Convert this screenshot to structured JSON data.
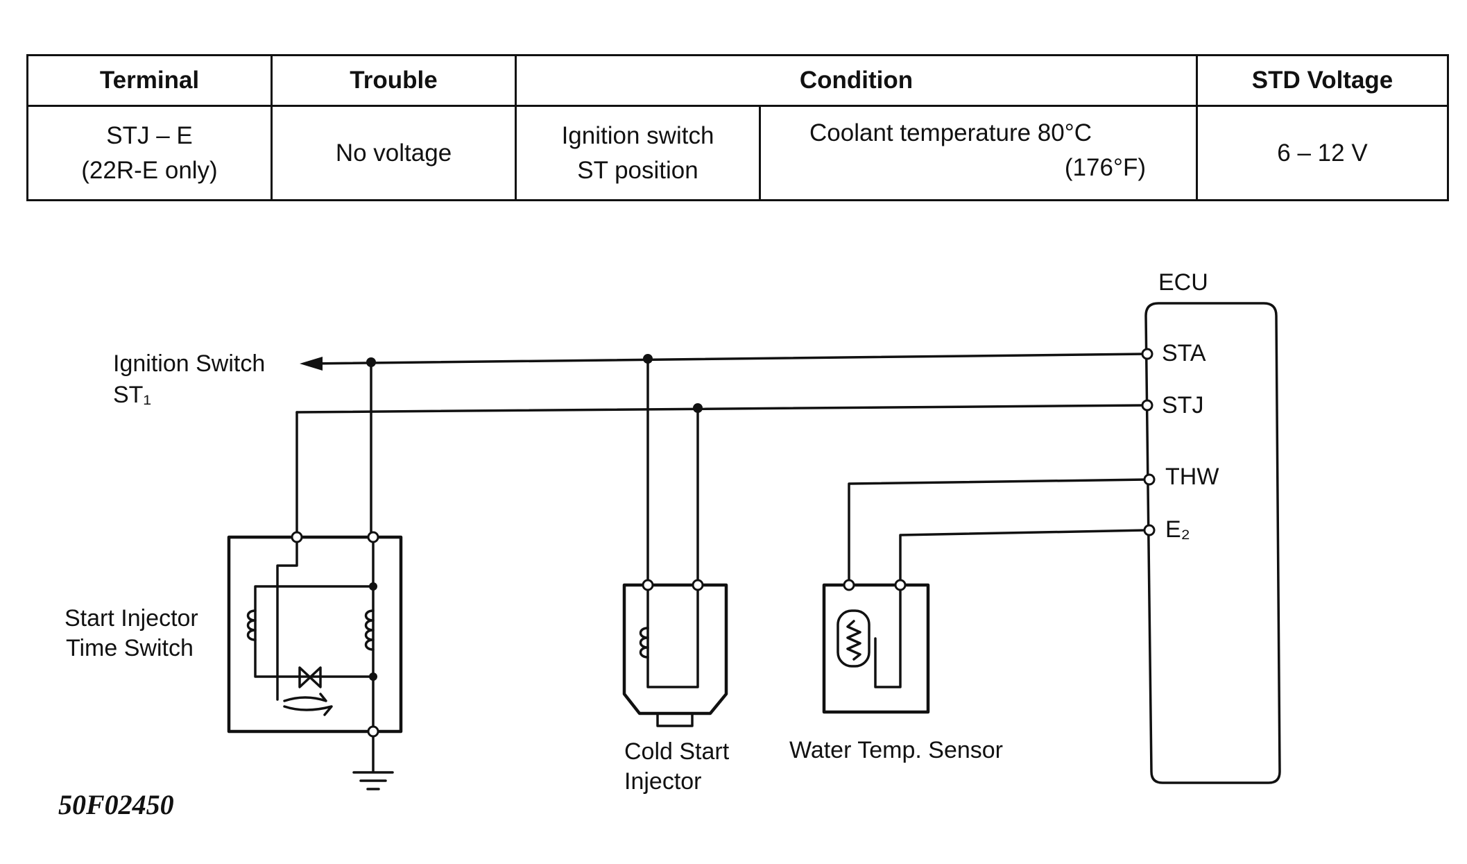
{
  "table": {
    "headers": [
      "Terminal",
      "Trouble",
      "Condition",
      "STD Voltage"
    ],
    "row": {
      "terminal": [
        "STJ  –  E",
        "(22R-E only)"
      ],
      "trouble": "No voltage",
      "condition_switch": [
        "Ignition switch",
        "ST position"
      ],
      "condition_temp": [
        "Coolant temperature 80°C",
        "(176°F)"
      ],
      "std_voltage": "6 – 12 V"
    }
  },
  "diagram": {
    "ecu_label": "ECU",
    "ecu_pins": [
      "STA",
      "STJ",
      "THW",
      "E₂"
    ],
    "ignition_switch": [
      "Ignition Switch",
      "ST₁"
    ],
    "time_switch": [
      "Start Injector",
      "Time Switch"
    ],
    "cold_start_injector": [
      "Cold Start",
      "Injector"
    ],
    "water_temp_sensor": "Water Temp. Sensor",
    "figure_code": "50F02450"
  },
  "colors": {
    "ink": "#111111",
    "paper": "#ffffff"
  },
  "icons": [
    "arrow-left-icon",
    "coil-icon",
    "valve-icon",
    "ground-icon",
    "thermistor-icon",
    "junction-dot-icon",
    "terminal-circle-icon"
  ]
}
